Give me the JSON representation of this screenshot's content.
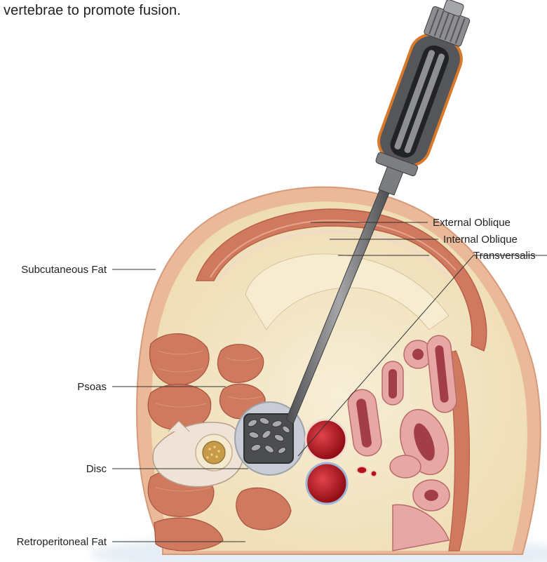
{
  "caption": "vertebrae to promote fusion.",
  "labels": {
    "external_oblique": "External Oblique",
    "internal_oblique": "Internal Oblique",
    "transversalis": "Transversalis",
    "subcutaneous_fat": "Subcutaneous Fat",
    "psoas": "Psoas",
    "disc": "Disc",
    "retroperitoneal_fat": "Retroperitoneal Fat"
  },
  "colors": {
    "skin": "#e9b99a",
    "fat": "#f3e7c8",
    "muscle": "#cf7a5f",
    "muscle_dark": "#b85f46",
    "vessel": "#b3121b",
    "bowel": "#d98c8c",
    "instrument": "#6d6e70",
    "handle_accent": "#d97a2b"
  }
}
